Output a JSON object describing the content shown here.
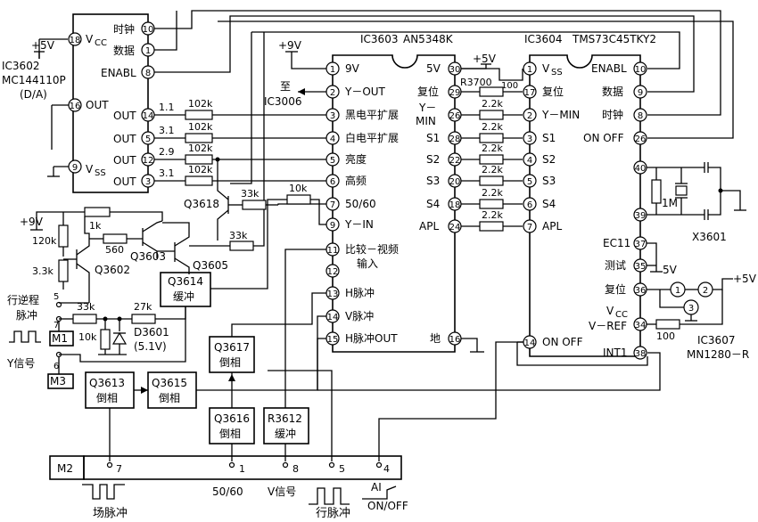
{
  "ic3602": {
    "part": "IC3602",
    "model": "MC144110P",
    "func": "(D/A)",
    "supply": "+5V",
    "pins": [
      {
        "num": "18",
        "label": "V",
        "sub": "CC"
      },
      {
        "num": "16",
        "label": "OUT"
      },
      {
        "num": "9",
        "label": "V",
        "sub": "SS"
      },
      {
        "num": "10",
        "label": "时钟"
      },
      {
        "num": "1",
        "label": "数据"
      },
      {
        "num": "8",
        "label": "ENABL"
      },
      {
        "num": "14",
        "label": "OUT"
      },
      {
        "num": "5",
        "label": "OUT"
      },
      {
        "num": "12",
        "label": "OUT"
      },
      {
        "num": "3",
        "label": "OUT"
      }
    ]
  },
  "ic3603": {
    "part": "IC3603",
    "model": "AN5348K",
    "supply": "+9V",
    "to_label": "至",
    "to_target": "IC3006",
    "left_pins": [
      {
        "num": "1",
        "label": "9V"
      },
      {
        "num": "2",
        "label": "Y－OUT"
      },
      {
        "num": "3",
        "label": "黑电平扩展"
      },
      {
        "num": "4",
        "label": "白电平扩展"
      },
      {
        "num": "5",
        "label": "亮度"
      },
      {
        "num": "6",
        "label": "高频"
      },
      {
        "num": "7",
        "label": "50/60"
      },
      {
        "num": "9",
        "label": "Y－IN"
      },
      {
        "num": "11",
        "label": "比较－视频"
      },
      {
        "num": "12",
        "label": ""
      },
      {
        "num": "13",
        "label": "H脉冲"
      },
      {
        "num": "14",
        "label": "V脉冲"
      },
      {
        "num": "15",
        "label": "H脉冲OUT"
      }
    ],
    "left_pin11_extra": "输入",
    "right_pins": [
      {
        "num": "30",
        "label": "5V"
      },
      {
        "num": "29",
        "label": "复位"
      },
      {
        "num": "26",
        "label": "Y－"
      },
      {
        "num": "28",
        "label": "S1"
      },
      {
        "num": "22",
        "label": "S2"
      },
      {
        "num": "20",
        "label": "S3"
      },
      {
        "num": "18",
        "label": "S4"
      },
      {
        "num": "24",
        "label": "APL"
      },
      {
        "num": "16",
        "label": "地"
      }
    ],
    "y_min_extra": "MIN"
  },
  "ic3604": {
    "part": "IC3604",
    "model": "TMS73C45TKY2",
    "supply": "+5V",
    "left_pins": [
      {
        "num": "1",
        "label": "V",
        "sub": "SS"
      },
      {
        "num": "17",
        "label": "复位"
      },
      {
        "num": "2",
        "label": "Y－MIN"
      },
      {
        "num": "3",
        "label": "S1"
      },
      {
        "num": "4",
        "label": "S2"
      },
      {
        "num": "5",
        "label": "S3"
      },
      {
        "num": "6",
        "label": "S4"
      },
      {
        "num": "7",
        "label": "APL"
      },
      {
        "num": "14",
        "label": "ON OFF"
      }
    ],
    "right_pins": [
      {
        "num": "10",
        "label": "ENABL"
      },
      {
        "num": "9",
        "label": "数据"
      },
      {
        "num": "8",
        "label": "时钟"
      },
      {
        "num": "26",
        "label": "ON OFF"
      },
      {
        "num": "40",
        "label": ""
      },
      {
        "num": "39",
        "label": ""
      },
      {
        "num": "37",
        "label": "EC11"
      },
      {
        "num": "35",
        "label": "测试"
      },
      {
        "num": "36",
        "label": "复位"
      },
      {
        "num": "34",
        "label": "V－REF"
      },
      {
        "num": "38",
        "label": "INT1"
      }
    ],
    "vcc_label": "V",
    "vcc_sub": "CC"
  },
  "ic3607": {
    "part": "IC3607",
    "model": "MN1280－R",
    "supply": "+5V",
    "pins": [
      "1",
      "2",
      "3"
    ]
  },
  "crystal": {
    "ref": "X3601",
    "resistor": "1M",
    "test_supply": "5V"
  },
  "resistors": {
    "r102k": "102k",
    "r2k2": "2.2k",
    "r100_top": "100",
    "r3700": "R3700",
    "r100_vref": "100",
    "r33k_a": "33k",
    "r33k_b": "33k",
    "r33k_c": "33k",
    "r10k_a": "10k",
    "r10k_b": "10k",
    "r27k": "27k",
    "r1k": "1k",
    "r560": "560",
    "r120k": "120k",
    "r3k3": "3.3k"
  },
  "voltages": [
    "1.1",
    "3.1",
    "2.9",
    "3.1"
  ],
  "transistors": {
    "q3602": "Q3602",
    "q3603": "Q3603",
    "q3605": "Q3605",
    "q3618": "Q3618"
  },
  "diode": {
    "ref": "D3601",
    "value": "(5.1V)"
  },
  "supply_9v": "+9V",
  "blocks": {
    "q3614": {
      "ref": "Q3614",
      "func": "缓冲"
    },
    "q3617": {
      "ref": "Q3617",
      "func": "倒相"
    },
    "q3616": {
      "ref": "Q3616",
      "func": "倒相"
    },
    "q3613": {
      "ref": "Q3613",
      "func": "倒相"
    },
    "q3615": {
      "ref": "Q3615",
      "func": "倒相"
    },
    "r3612": {
      "ref": "R3612",
      "func": "缓冲"
    }
  },
  "inputs": {
    "flyback_l1": "行逆程",
    "flyback_l2": "脉冲",
    "ysignal": "Y信号",
    "m1": "M1",
    "m3": "M3",
    "m1_pins": [
      "5",
      "7"
    ],
    "m3_pin": "6"
  },
  "connector_m2": {
    "ref": "M2",
    "pins": [
      "7",
      "1",
      "8",
      "5",
      "4"
    ],
    "labels": {
      "field": "场脉冲",
      "fiftysixty": "50/60",
      "vsig": "V信号",
      "line": "行脉冲",
      "ai": "AI",
      "onoff": "ON/OFF"
    }
  }
}
